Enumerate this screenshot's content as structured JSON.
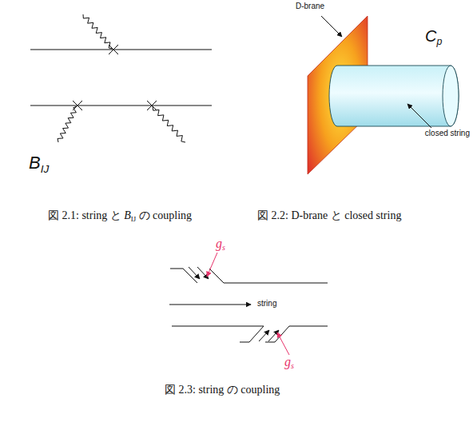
{
  "diagram": {
    "labels": [
      "B",
      "IJ",
      "図 2.1: string と",
      "B",
      "IJ",
      "の coupling",
      "D-brane",
      "C",
      "p",
      "closed string",
      "図 2.2: D-brane と closed string",
      "g",
      "s",
      "string",
      "g",
      "s",
      "図 2.3: string の coupling"
    ]
  }
}
